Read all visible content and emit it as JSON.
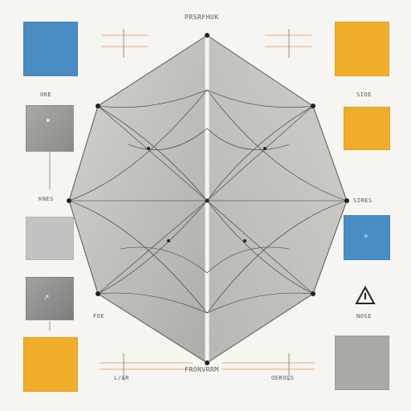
{
  "labels": {
    "top": "PRSRFHUK",
    "bottom": "FRONVRRM",
    "left_top": "ORE",
    "left_mid": "KNES",
    "left_bottom": "FOE",
    "right_top": "SIOE",
    "right_mid": "SIRES",
    "right_bottom": "NOSE",
    "bottom_left": "L/AR",
    "bottom_right": "OEROLS"
  },
  "colors": {
    "background": "#f6f5f1",
    "blue": "#4a8cc4",
    "orange": "#f0ad2a",
    "gray_light": "#c2c2c0",
    "gray_mid": "#9c9c9a",
    "gray_dark": "#7e7e7c",
    "octagon_fill": "#c9c8c3",
    "accent_line": "#e8a87c"
  },
  "swatches": [
    {
      "side": "left",
      "color": "blue"
    },
    {
      "side": "left",
      "color": "gray_mid"
    },
    {
      "side": "left",
      "color": "gray_light"
    },
    {
      "side": "left",
      "color": "gray_dark"
    },
    {
      "side": "left",
      "color": "orange"
    },
    {
      "side": "right",
      "color": "orange"
    },
    {
      "side": "right",
      "color": "orange"
    },
    {
      "side": "right",
      "color": "blue"
    },
    {
      "side": "right",
      "color": "gray_light"
    }
  ],
  "icons": [
    "triangle-warning-icon"
  ]
}
